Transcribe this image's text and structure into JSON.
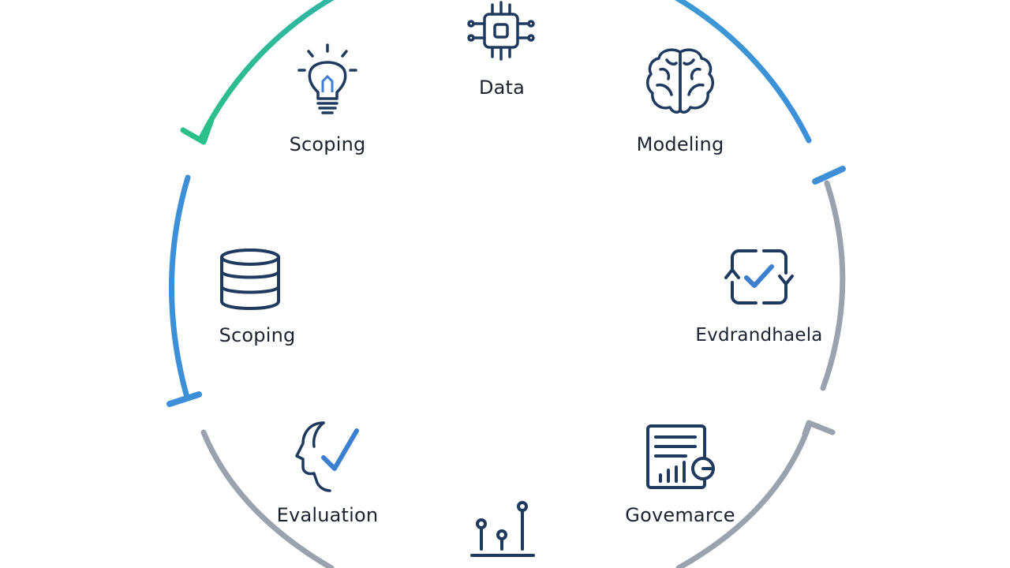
{
  "diagram": {
    "nodes": [
      {
        "id": "data",
        "label": "Data",
        "icon": "chip-icon"
      },
      {
        "id": "scoping-top",
        "label": "Scoping",
        "icon": "lightbulb-icon"
      },
      {
        "id": "modeling",
        "label": "Modeling",
        "icon": "brain-icon"
      },
      {
        "id": "scoping-left",
        "label": "Scoping",
        "icon": "database-icon"
      },
      {
        "id": "evaluation-right",
        "label": "Evdrandhaela",
        "icon": "refresh-check-icon"
      },
      {
        "id": "evaluation",
        "label": "Evaluation",
        "icon": "head-check-icon"
      },
      {
        "id": "governance",
        "label": "Govemarce",
        "icon": "report-chart-icon"
      },
      {
        "id": "metrics",
        "label": "",
        "icon": "lollipop-chart-icon"
      }
    ],
    "arc_colors": {
      "green": "#2bbf8a",
      "blue": "#3d8fd8",
      "gray": "#9aa3ad"
    },
    "icon_color": "#1e3a5f",
    "accent_color": "#3b7fd0"
  }
}
